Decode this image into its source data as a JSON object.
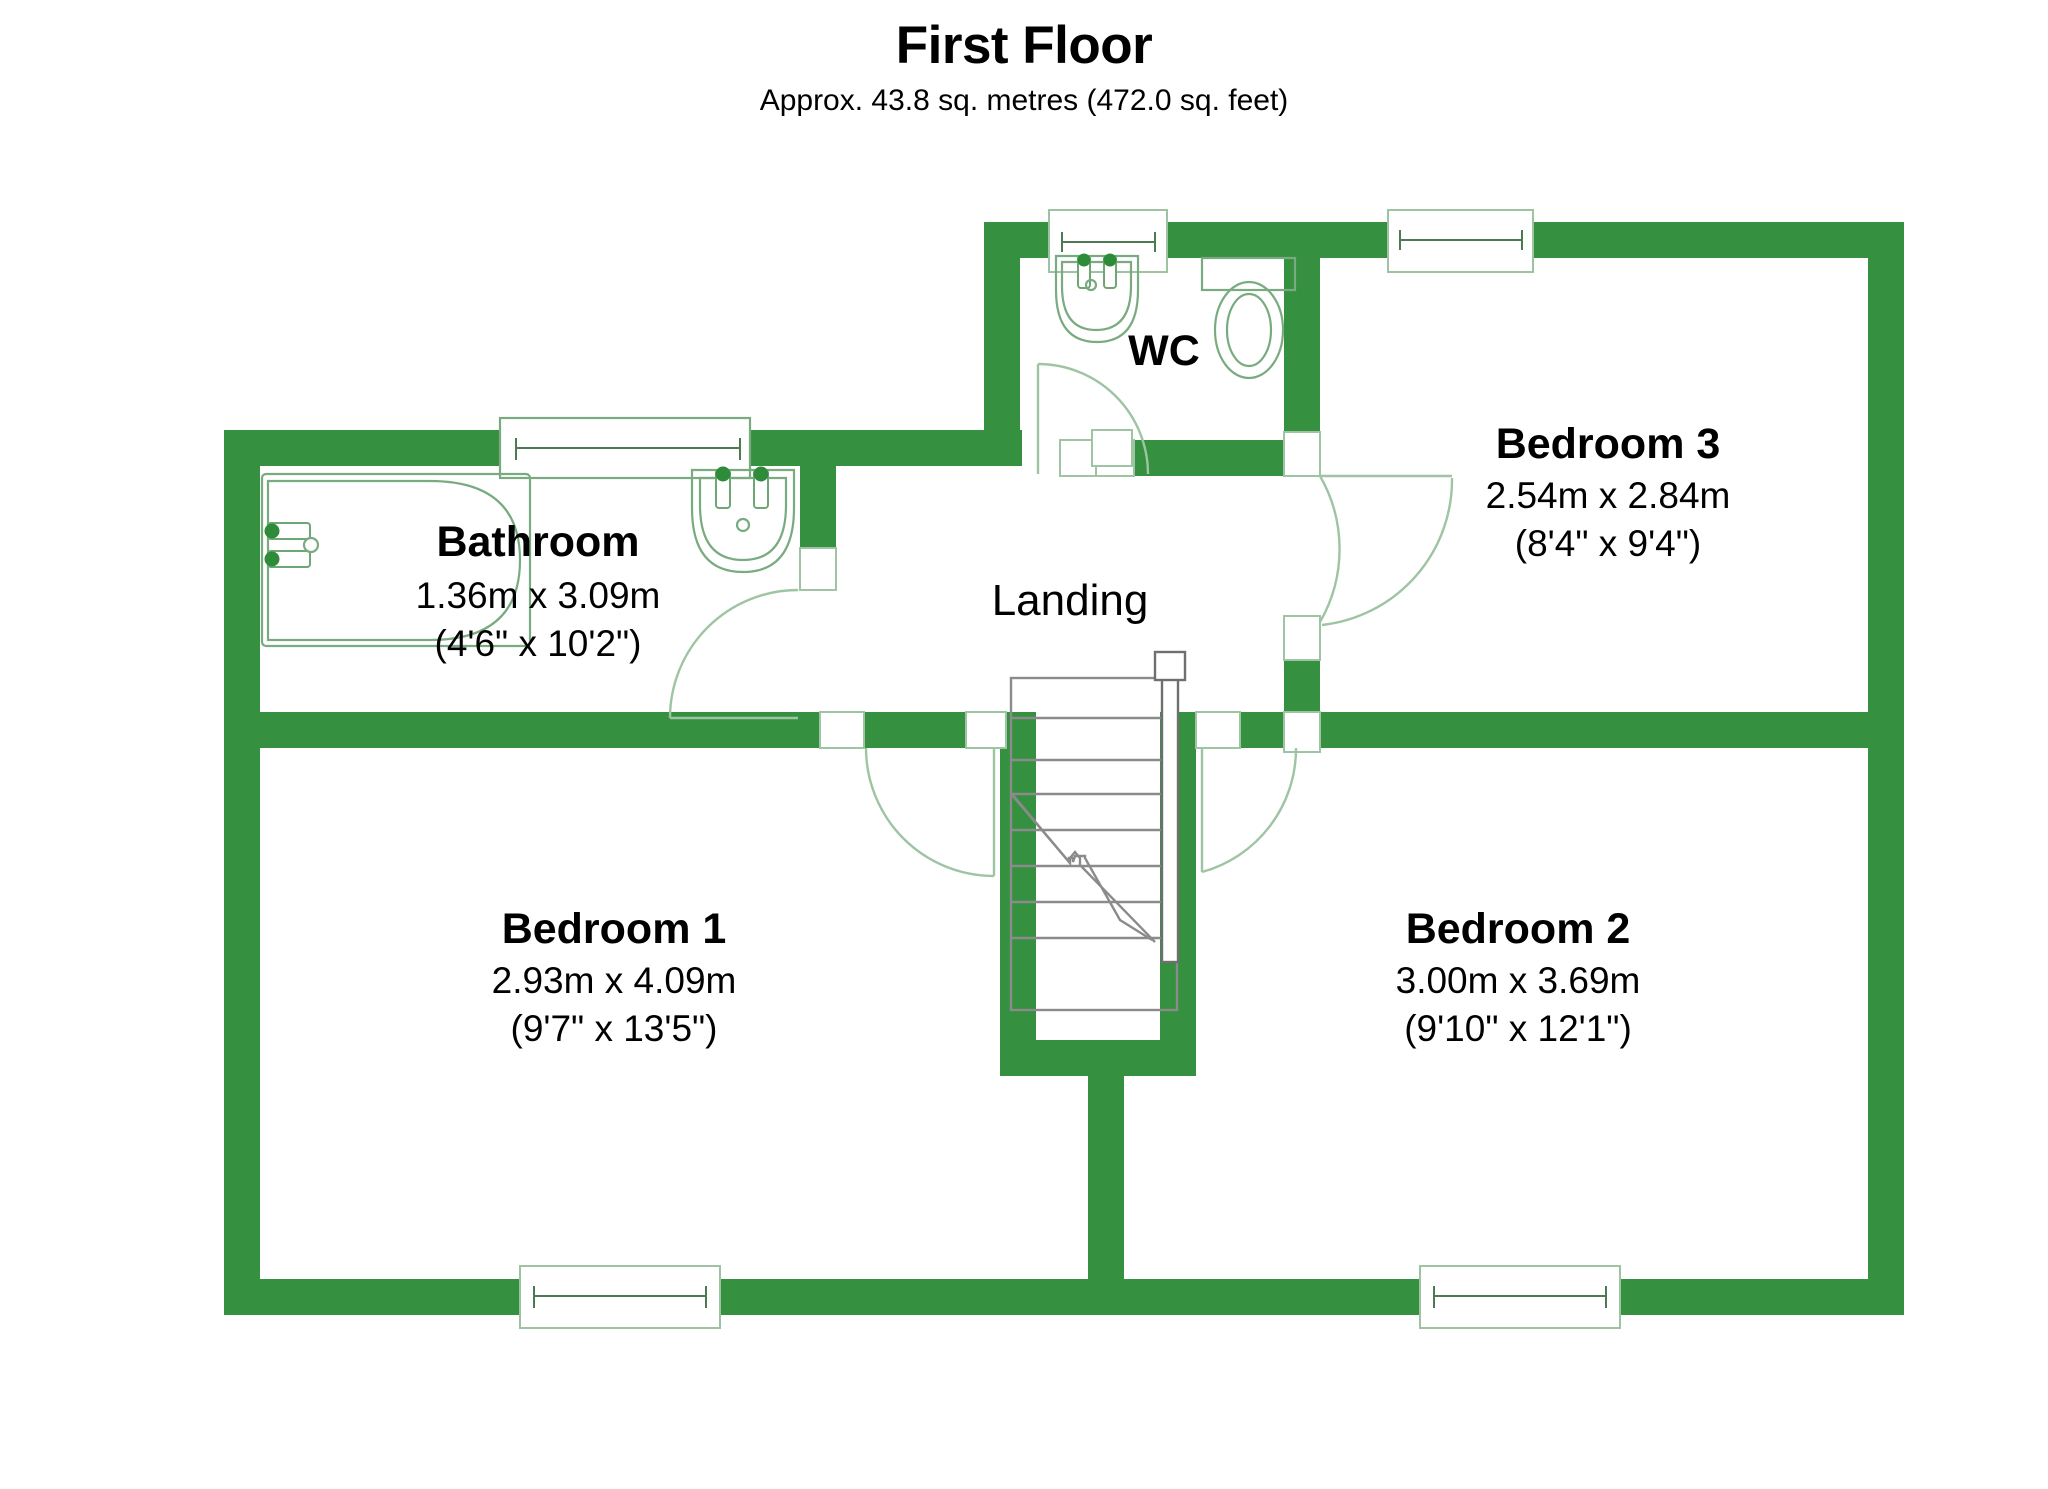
{
  "header": {
    "title": "First Floor",
    "subtitle": "Approx. 43.8 sq. metres (472.0 sq. feet)"
  },
  "colors": {
    "wall": "#359040",
    "fixture_stroke": "#7aab80",
    "text": "#000000",
    "background": "#ffffff"
  },
  "rooms": [
    {
      "id": "bathroom",
      "name": "Bathroom",
      "dim_metric": "1.36m x 3.09m",
      "dim_imperial": "(4'6\" x 10'2\")"
    },
    {
      "id": "wc",
      "name": "WC",
      "dim_metric": "",
      "dim_imperial": ""
    },
    {
      "id": "bedroom3",
      "name": "Bedroom 3",
      "dim_metric": "2.54m x 2.84m",
      "dim_imperial": "(8'4\" x 9'4\")"
    },
    {
      "id": "landing",
      "name": "Landing",
      "dim_metric": "",
      "dim_imperial": ""
    },
    {
      "id": "bedroom1",
      "name": "Bedroom 1",
      "dim_metric": "2.93m x 4.09m",
      "dim_imperial": "(9'7\" x 13'5\")"
    },
    {
      "id": "bedroom2",
      "name": "Bedroom 2",
      "dim_metric": "3.00m x 3.69m",
      "dim_imperial": "(9'10\" x 12'1\")"
    }
  ],
  "fixtures": [
    {
      "id": "bathtub",
      "label": "bathtub"
    },
    {
      "id": "bathroom-basin",
      "label": "wash basin"
    },
    {
      "id": "wc-basin",
      "label": "wash basin"
    },
    {
      "id": "toilet",
      "label": "toilet"
    },
    {
      "id": "staircase",
      "label": "staircase"
    }
  ],
  "windows": [
    {
      "id": "window-bathroom",
      "label": "bathroom window"
    },
    {
      "id": "window-wc",
      "label": "wc window"
    },
    {
      "id": "window-bedroom3",
      "label": "bedroom 3 window"
    },
    {
      "id": "window-bedroom1",
      "label": "bedroom 1 window"
    },
    {
      "id": "window-bedroom2",
      "label": "bedroom 2 window"
    }
  ],
  "doors": [
    {
      "id": "door-wc",
      "label": "wc door"
    },
    {
      "id": "door-bathroom",
      "label": "bathroom door"
    },
    {
      "id": "door-bedroom3",
      "label": "bedroom 3 door"
    },
    {
      "id": "door-bedroom1",
      "label": "bedroom 1 door"
    },
    {
      "id": "door-bedroom2",
      "label": "bedroom 2 door"
    }
  ]
}
